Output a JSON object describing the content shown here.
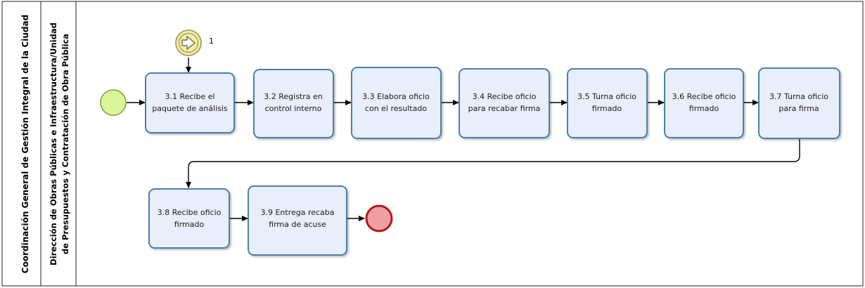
{
  "pool": {
    "label": "Coordinación General de Gestión Integral de la Ciudad"
  },
  "lane": {
    "label_line1": "Dirección de Obras Públicas e Infraestructura/Unidad",
    "label_line2": "de Presupuestos y Contratación de Obra Pública"
  },
  "link_event": {
    "label": "1"
  },
  "tasks": [
    {
      "id": "t31",
      "line1": "3.1 Recibe el",
      "line2": "paquete de análisis"
    },
    {
      "id": "t32",
      "line1": "3.2 Registra en",
      "line2": "control interno"
    },
    {
      "id": "t33",
      "line1": "3.3 Elabora oficio",
      "line2": "con el resultado"
    },
    {
      "id": "t34",
      "line1": "3.4 Recibe oficio",
      "line2": "para recabar firma"
    },
    {
      "id": "t35",
      "line1": "3.5 Turna oficio",
      "line2": "firmado"
    },
    {
      "id": "t36",
      "line1": "3.6 Recibe oficio",
      "line2": "firmado"
    },
    {
      "id": "t37",
      "line1": "3.7 Turna oficio",
      "line2": "para firma"
    },
    {
      "id": "t38",
      "line1": "3.8 Recibe oficio",
      "line2": "firmado"
    },
    {
      "id": "t39",
      "line1": "3.9 Entrega recaba",
      "line2": "firma de acuse"
    }
  ],
  "colors": {
    "task_fill": "#e8eefa",
    "task_stroke": "#4a7fad",
    "start_fill": "#ddf59a",
    "start_stroke": "#6da52a",
    "end_fill": "#f0a0a3",
    "end_stroke": "#b5171f",
    "link_fill": "#f3eda6",
    "link_stroke": "#9b9552",
    "flow": "#000000"
  }
}
